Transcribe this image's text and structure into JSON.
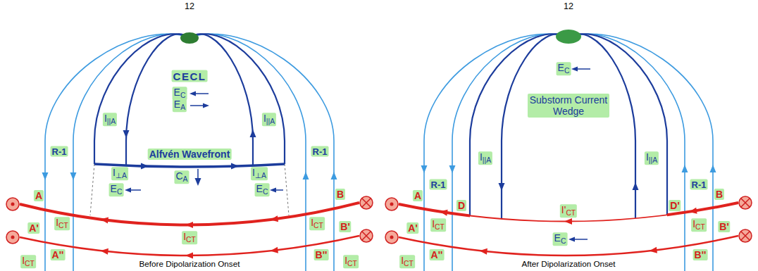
{
  "diagram": {
    "nodes": [
      {
        "text": [
          "12",
          "Before Dipolarization Onset"
        ]
      },
      {
        "text": [
          "12",
          "After Dipolarization Onset"
        ]
      }
    ],
    "labels": [
      "CECL",
      "EC",
      "EA",
      "I||A",
      "I||A",
      "Alfvén Wavefront",
      "I⊥A",
      "CA",
      "I⊥A",
      "EC",
      "EC",
      "R-1",
      "R-1",
      "A",
      "B",
      "ICT",
      "ICT",
      "ICT",
      "A'",
      "B'",
      "A''",
      "B''",
      "ICT",
      "ICT",
      "EC",
      "Substorm Current Wedge",
      "I||A",
      "I||A",
      "R-1",
      "R-1",
      "A",
      "B",
      "D",
      "D'",
      "ICT",
      "I'CT",
      "ICT",
      "A'",
      "B'",
      "A''",
      "B''",
      "EC",
      "ICT"
    ]
  }
}
